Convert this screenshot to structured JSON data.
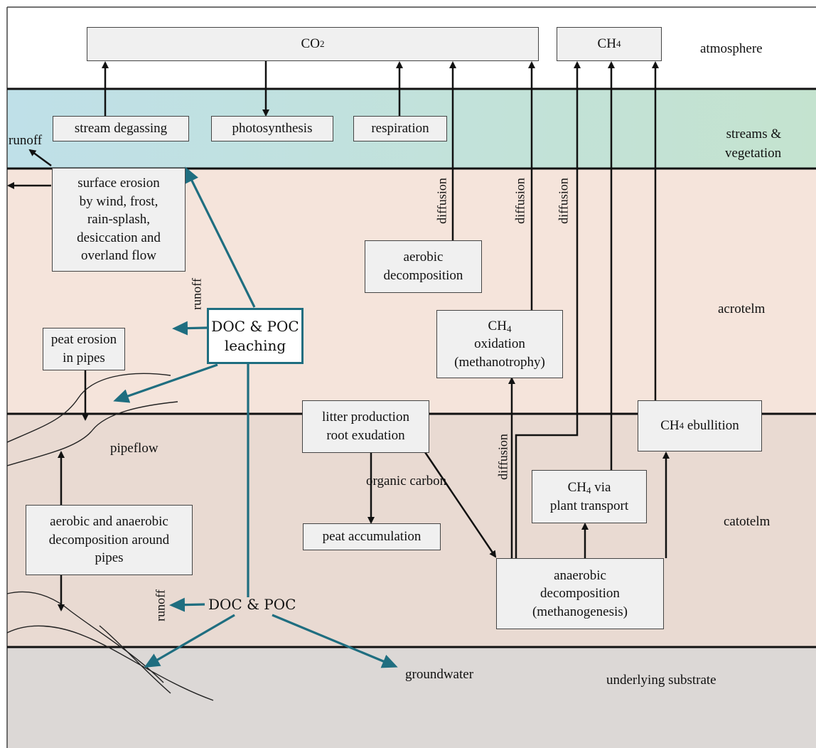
{
  "atmosphere": {
    "co2_label": "CO",
    "co2_sub": "2",
    "ch4_label": "CH",
    "ch4_sub": "4",
    "layer_label": "atmosphere"
  },
  "streams_layer": {
    "label": "streams &\nvegetation",
    "stream_degassing": "stream degassing",
    "photosynthesis": "photosynthesis",
    "respiration": "respiration",
    "runoff": "runoff"
  },
  "acrotelm": {
    "label": "acrotelm",
    "surface_erosion": "surface erosion\nby wind, frost,\nrain-splash,\ndesiccation and\noverland flow",
    "aerobic_decomposition": "aerobic\ndecomposition",
    "ch4_oxidation_prefix": "CH",
    "ch4_oxidation_sub": "4",
    "ch4_oxidation_rest": "oxidation\n(methanotrophy)",
    "doc_poc_leaching": "DOC & POC\nleaching",
    "peat_erosion_pipes": "peat erosion\nin pipes",
    "runoff": "runoff",
    "diffusion_1": "diffusion",
    "diffusion_2": "diffusion",
    "diffusion_3": "diffusion"
  },
  "catotelm": {
    "label": "catotelm",
    "litter_production": "litter production\nroot exudation",
    "ch4_ebullition_prefix": "CH",
    "ch4_ebullition_sub": "4",
    "ch4_ebullition_rest": " ebullition",
    "pipeflow": "pipeflow",
    "organic_carbon": "organic carbon",
    "ch4_plant_prefix": "CH",
    "ch4_plant_sub": "4",
    "ch4_plant_rest": " via",
    "ch4_plant_line2": "plant transport",
    "aerobic_anaerobic_pipes": "aerobic and anaerobic\ndecomposition around\npipes",
    "peat_accumulation": "peat accumulation",
    "anaerobic_decomposition": "anaerobic\ndecomposition\n(methanogenesis)",
    "diffusion": "diffusion",
    "doc_poc": "DOC & POC",
    "runoff": "runoff"
  },
  "substrate": {
    "label": "underlying substrate",
    "groundwater": "groundwater"
  },
  "colors": {
    "teal_arrow": "#1f6e80",
    "black_arrow": "#111111",
    "box_fill": "#f0f0f0"
  }
}
